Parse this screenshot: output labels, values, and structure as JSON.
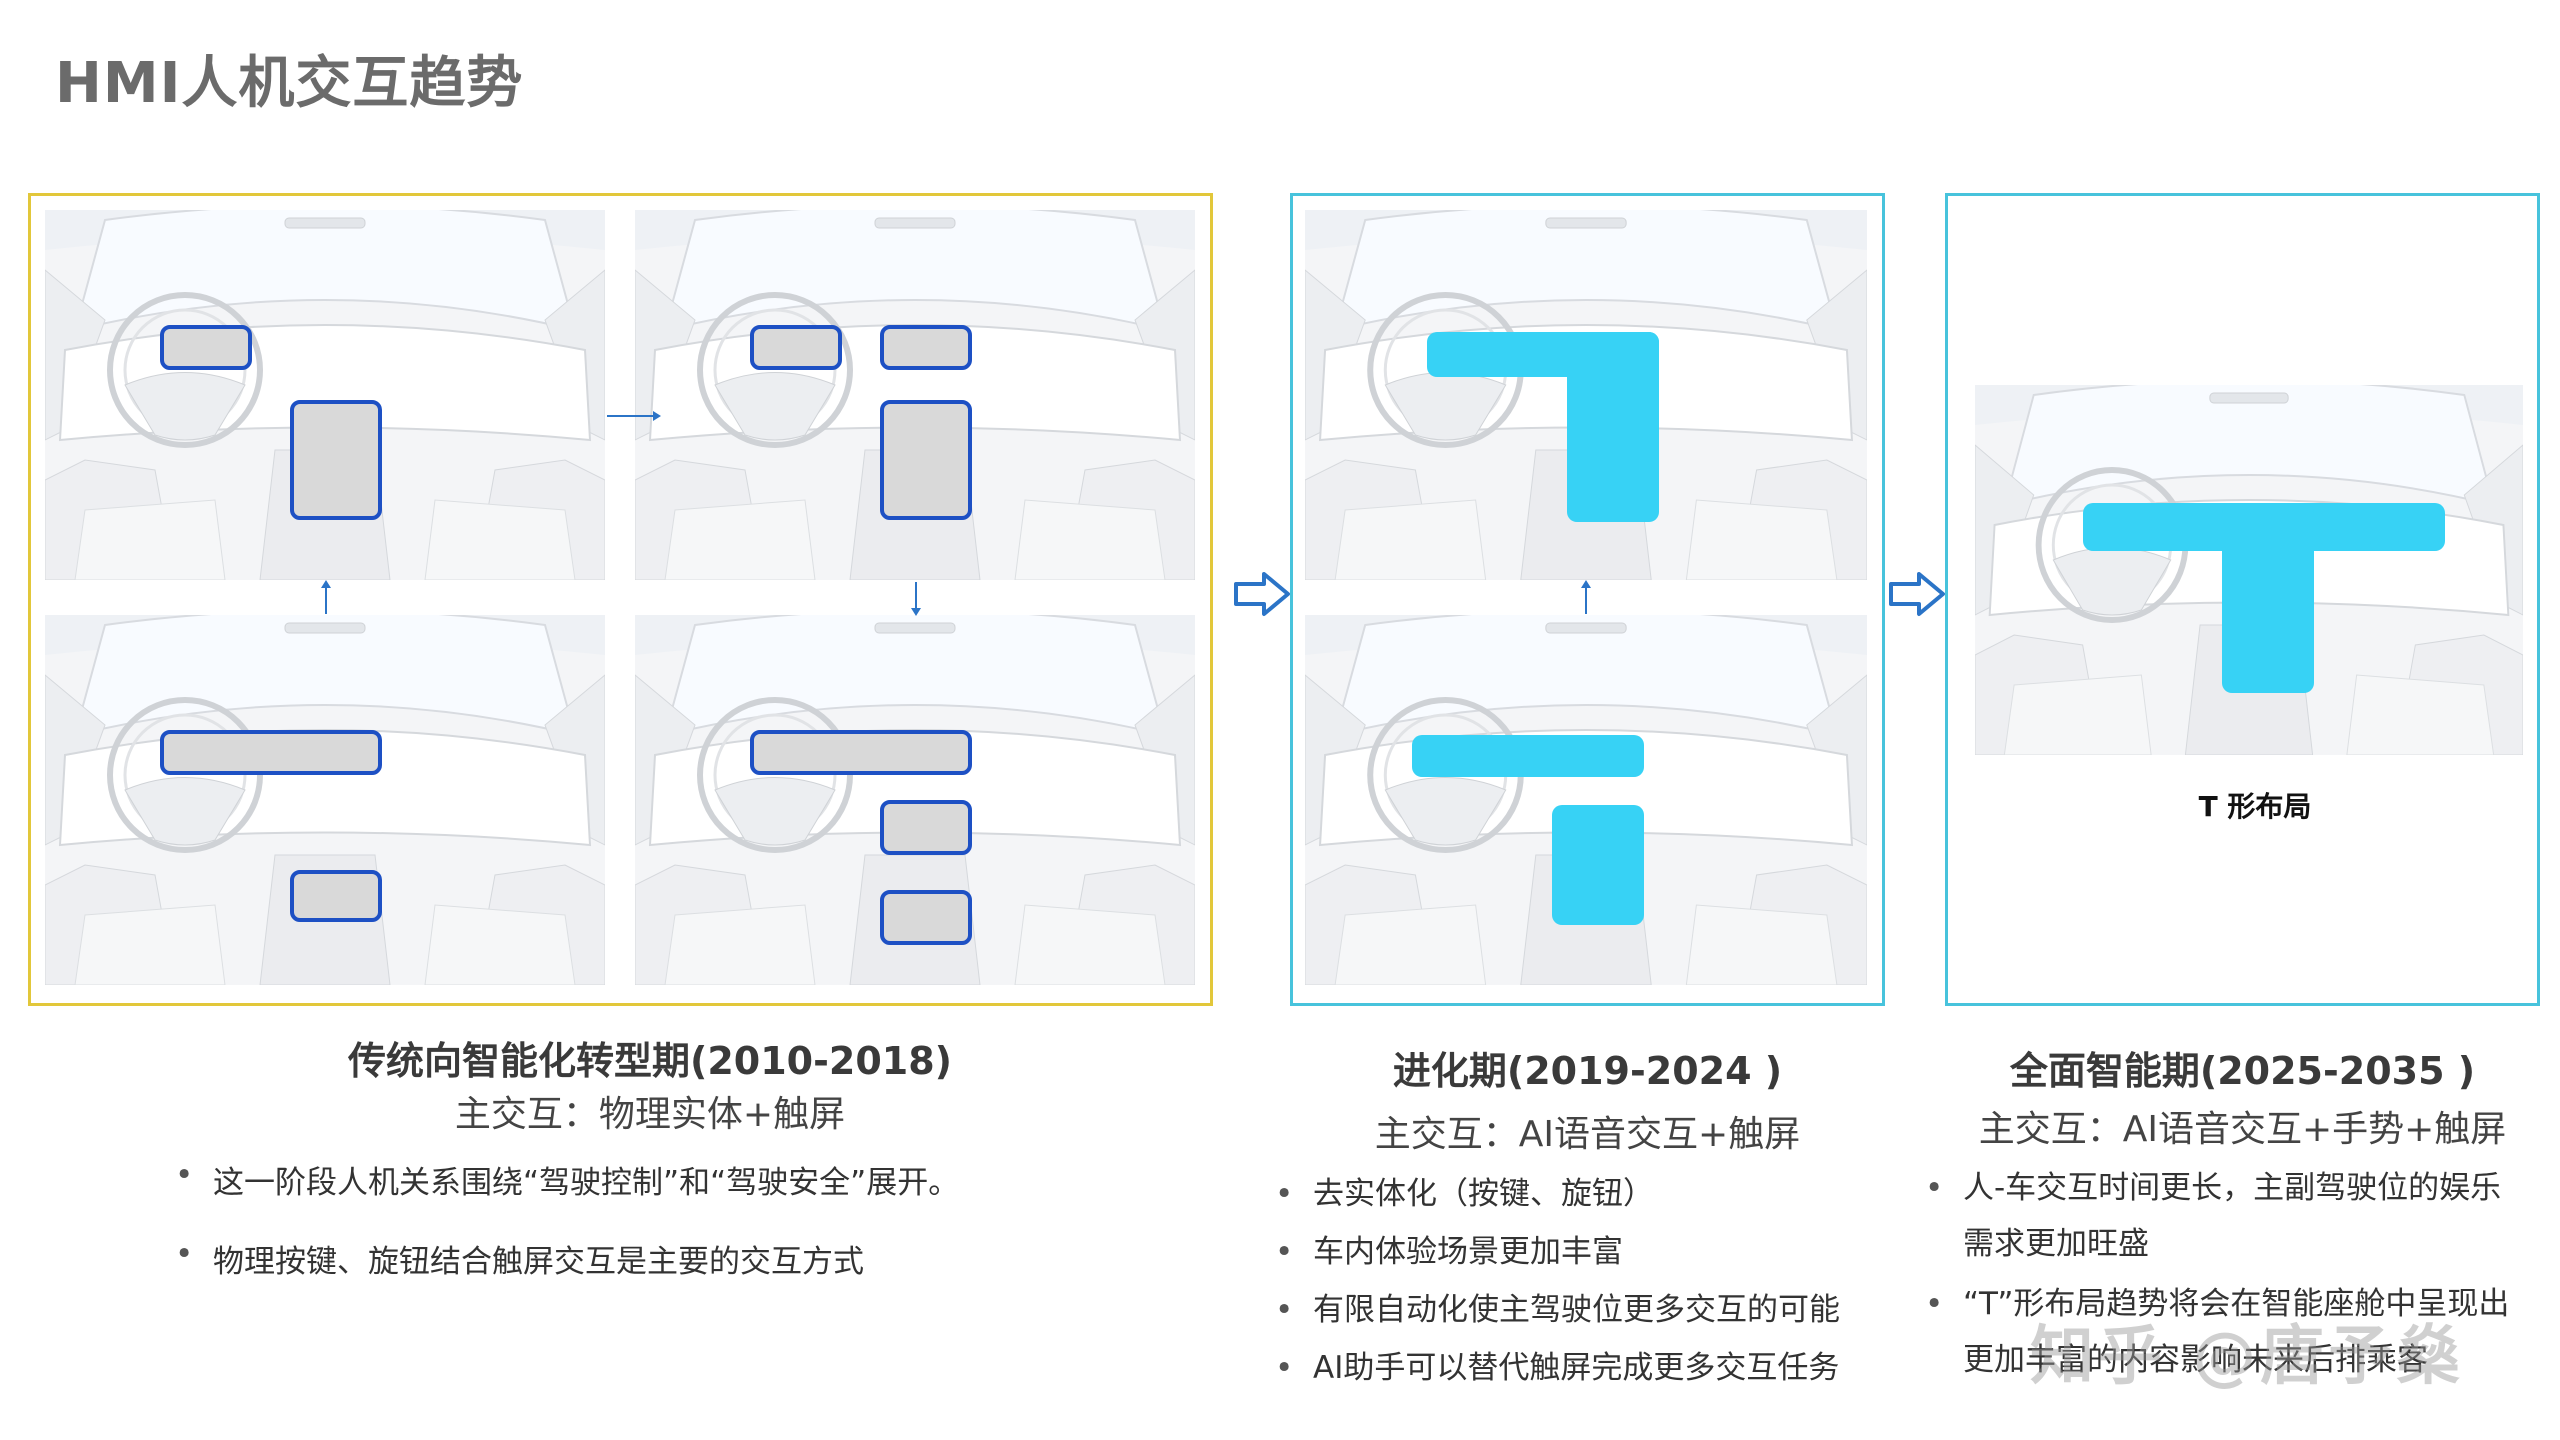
{
  "page": {
    "title": "HMI人机交互趋势"
  },
  "phases": [
    {
      "title": "传统向智能化转型期(2010-2018)",
      "subtitle": "主交互：物理实体+触屏",
      "bullets": [
        "这一阶段人机关系围绕“驾驶控制”和“驾驶安全”展开。",
        "物理按键、旋钮结合触屏交互是主要的交互方式"
      ]
    },
    {
      "title": "进化期(2019-2024 )",
      "subtitle": "主交互：AI语音交互+触屏",
      "bullets": [
        "去实体化（按键、旋钮）",
        "车内体验场景更加丰富",
        "有限自动化使主驾驶位更多交互的可能",
        "AI助手可以替代触屏完成更多交互任务"
      ]
    },
    {
      "title": "全面智能期(2025-2035 )",
      "subtitle": "主交互：AI语音交互+手势+触屏",
      "caption": "T 形布局",
      "bullets": [
        "人-车交互时间更长，主副驾驶位的娱乐需求更加旺盛",
        "“T”形布局趋势将会在智能座舱中呈现出更加丰富的内容影响未来后排乘客"
      ]
    }
  ],
  "watermark": "知乎 @唐予燊",
  "colors": {
    "frame_phase1": "#e2c73a",
    "frame_phase2_3": "#47c3dc",
    "screen_border": "#1d50c4",
    "screen_fill": "#d9d9d9",
    "screen_cyan": "#37d2f5",
    "arrow": "#2b74c7"
  }
}
